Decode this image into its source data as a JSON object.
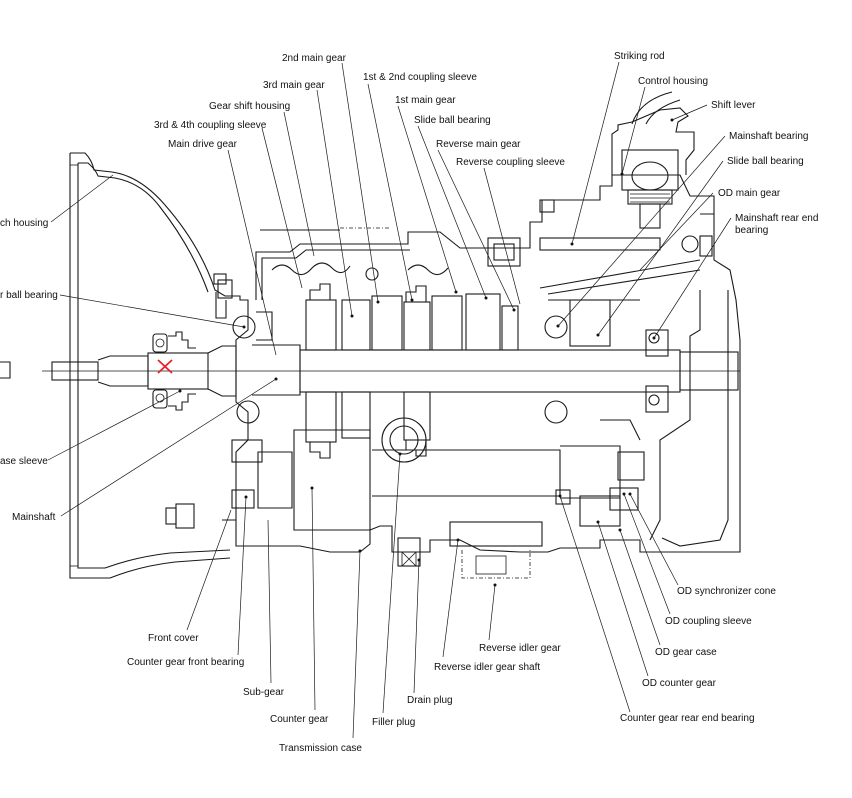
{
  "figure": {
    "title": "Transmission cross-section",
    "marker_color": "#e8202a",
    "line_color": "#1a1a1a"
  },
  "labels": {
    "clutch_housing": "ch housing",
    "pilot_ball_bearing": "r ball bearing",
    "release_sleeve": "ase sleeve",
    "mainshaft": "Mainshaft",
    "main_drive_gear": "Main drive gear",
    "coupling_sleeve_3_4": "3rd & 4th coupling sleeve",
    "gear_shift_housing": "Gear shift housing",
    "main_gear_3rd": "3rd main gear",
    "main_gear_2nd": "2nd main gear",
    "coupling_sleeve_1_2": "1st & 2nd coupling sleeve",
    "main_gear_1st": "1st main gear",
    "slide_ball_bearing_1": "Slide ball bearing",
    "reverse_main_gear": "Reverse main gear",
    "reverse_coupling_sleeve": "Reverse coupling sleeve",
    "striking_rod": "Striking rod",
    "control_housing": "Control housing",
    "shift_lever": "Shift lever",
    "mainshaft_bearing": "Mainshaft bearing",
    "slide_ball_bearing_2": "Slide ball bearing",
    "od_main_gear": "OD main gear",
    "mainshaft_rear_end_bearing_l1": "Mainshaft rear end",
    "mainshaft_rear_end_bearing_l2": "bearing",
    "front_cover": "Front cover",
    "counter_gear_front_bearing": "Counter gear front bearing",
    "sub_gear": "Sub-gear",
    "counter_gear": "Counter gear",
    "transmission_case": "Transmission case",
    "filler_plug": "Filler plug",
    "drain_plug": "Drain plug",
    "reverse_idler_gear_shaft": "Reverse idler gear shaft",
    "reverse_idler_gear": "Reverse idler gear",
    "counter_gear_rear_end_bearing": "Counter gear rear end bearing",
    "od_counter_gear": "OD counter gear",
    "od_gear_case": "OD gear case",
    "od_coupling_sleeve": "OD coupling sleeve",
    "od_synchronizer_cone": "OD synchronizer cone"
  }
}
